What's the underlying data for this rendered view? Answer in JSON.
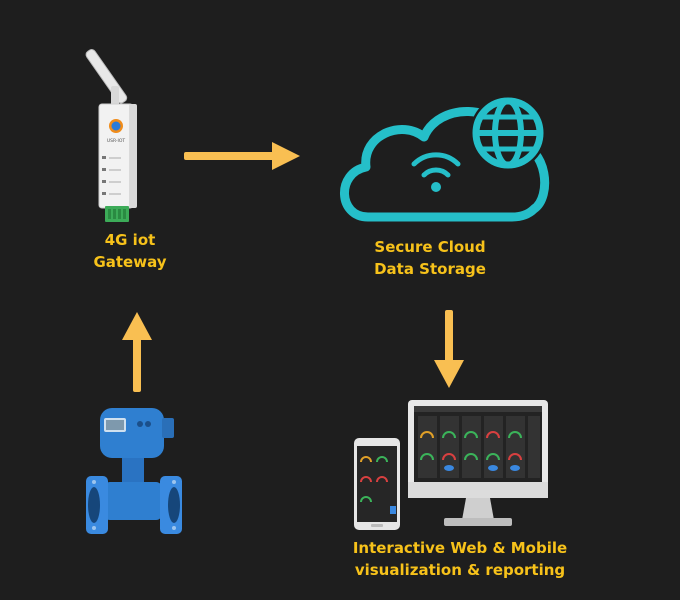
{
  "nodes": {
    "gateway": {
      "label_line1": "4G iot",
      "label_line2": "Gateway",
      "brand_text": "USR-IOT"
    },
    "cloud": {
      "label_line1": "Secure Cloud",
      "label_line2": "Data Storage"
    },
    "visualization": {
      "label_line1": "Interactive Web & Mobile",
      "label_line2": "visualization & reporting"
    },
    "meter": {}
  },
  "colors": {
    "background": "#1e1e1e",
    "label": "#f7c21a",
    "arrow": "#f9bf52",
    "cloud_stroke": "#25bfc9",
    "meter_blue": "#2f7fd0"
  },
  "icons": [
    "gateway-device-icon",
    "cloud-wifi-globe-icon",
    "flow-meter-icon",
    "desktop-mobile-dashboard-icon"
  ]
}
